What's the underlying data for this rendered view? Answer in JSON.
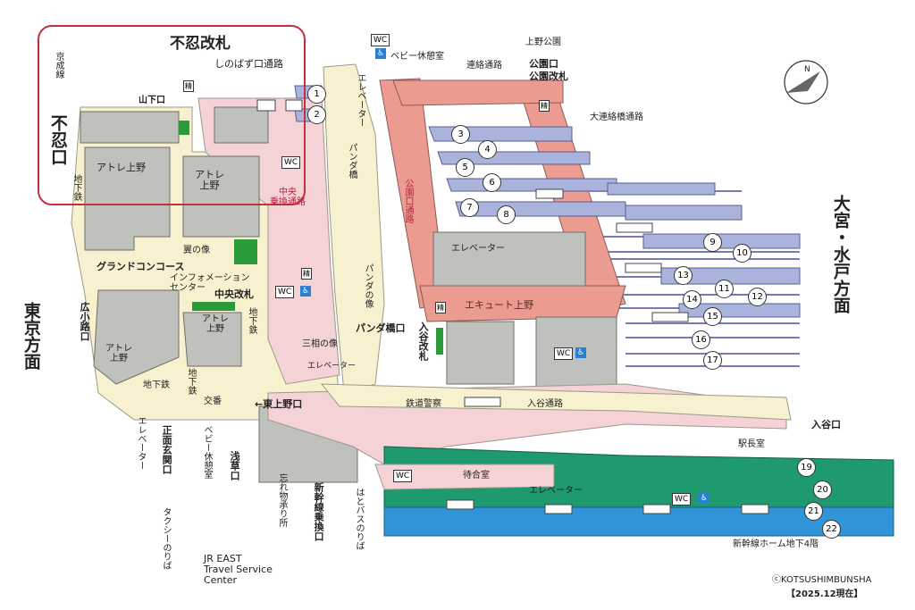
{
  "colors": {
    "concourse_yellow": "#f7f1cf",
    "pink_passage": "#f4d2d6",
    "salmon_passage": "#ec9b90",
    "blue_platform": "#a9b3dc",
    "grey_building": "#bfc1bc",
    "green_shinkansen": "#1e9a6e",
    "blue_shinkansen": "#2f95d8",
    "highlight_red": "#c0323c"
  },
  "labels": {
    "shinobazu_kaisatsu": "不忍改札",
    "shinobazu_dori": "しのばず口通路",
    "keisei_sen": "京成線",
    "shinobazu": "不忍口",
    "yamashita_guchi": "山下口",
    "atre_ueno_1": "アトレ上野",
    "atre_ueno_2": "アトレ\n上野",
    "chikatetsu_1": "地下鉄",
    "chuo_norikae": "中央\n乗換通路",
    "panda_bashi": "パンダ橋",
    "elevator_1": "エレベーター",
    "baby_room_1": "ベビー休憩室",
    "renraku_tsuro": "連絡通路",
    "ueno_koen": "上野公園",
    "koen_guchi": "公園口",
    "koen_kaisatsu": "公園改札",
    "dai_renraku": "大連絡橋通路",
    "koen_guchi_tsuro": "公園口通路",
    "elevator_2": "エレベーター",
    "omiya_mito": "大宮・水戸方面",
    "tsubasa_zo": "翼の像",
    "grand_concourse": "グランドコンコース",
    "information": "インフォメーション\nセンター",
    "chuo_kaisatsu": "中央改札",
    "chikatetsu_2": "地下鉄",
    "panda_zo": "パンダの像",
    "tokyo_homen": "東京方面",
    "hirokoji_guchi": "広小路口",
    "atre_ueno_3": "アトレ\n上野",
    "atre_ueno_4": "アトレ\n上野",
    "ecute": "エキュート上野",
    "iriya_kaisatsu": "入谷改札",
    "panda_bashi_guchi": "パンダ橋口",
    "sanso_zo": "三相の像",
    "elevator_3": "エレベーター",
    "chikatetsu_3": "地下鉄",
    "chikatetsu_4": "地下鉄",
    "koban": "交番",
    "higashi_ueno": "←東上野口",
    "tetsudo_keisatsu": "鉄道警察",
    "iriya_tsuro": "入谷通路",
    "iriya_guchi": "入谷口",
    "ekicho_shitsu": "駅長室",
    "elevator_4": "エレベーター",
    "shomen_genkan": "正面玄関口",
    "baby_room_2": "ベビー休憩室",
    "asakusa_guchi": "浅草口",
    "wasuremono": "忘れ物承り所",
    "shinkansen_norikae": "新幹線乗換口",
    "hato_bus": "はとバスのりば",
    "machiai": "待合室",
    "elevator_5": "エレベーター",
    "taxi": "タクシーのりば",
    "jr_east_tsc": "JR EAST\nTravel Service\nCenter",
    "shinkansen_home": "新幹線ホーム地下4階",
    "copyright": "ⓒKOTSUSHIMBUNSHA",
    "date_note": "【2025.12現在】",
    "sei_mark": "精",
    "wc": "WC",
    "accessible": "♿",
    "north": "N"
  },
  "platforms": [
    "1",
    "2",
    "3",
    "4",
    "5",
    "6",
    "7",
    "8",
    "9",
    "10",
    "11",
    "12",
    "13",
    "14",
    "15",
    "16",
    "17",
    "19",
    "20",
    "21",
    "22"
  ],
  "icons": [
    "north-arrow-icon",
    "wc-icon",
    "wheelchair-icon",
    "fare-adjustment-icon",
    "key-locker-icon",
    "elevator-icon"
  ]
}
